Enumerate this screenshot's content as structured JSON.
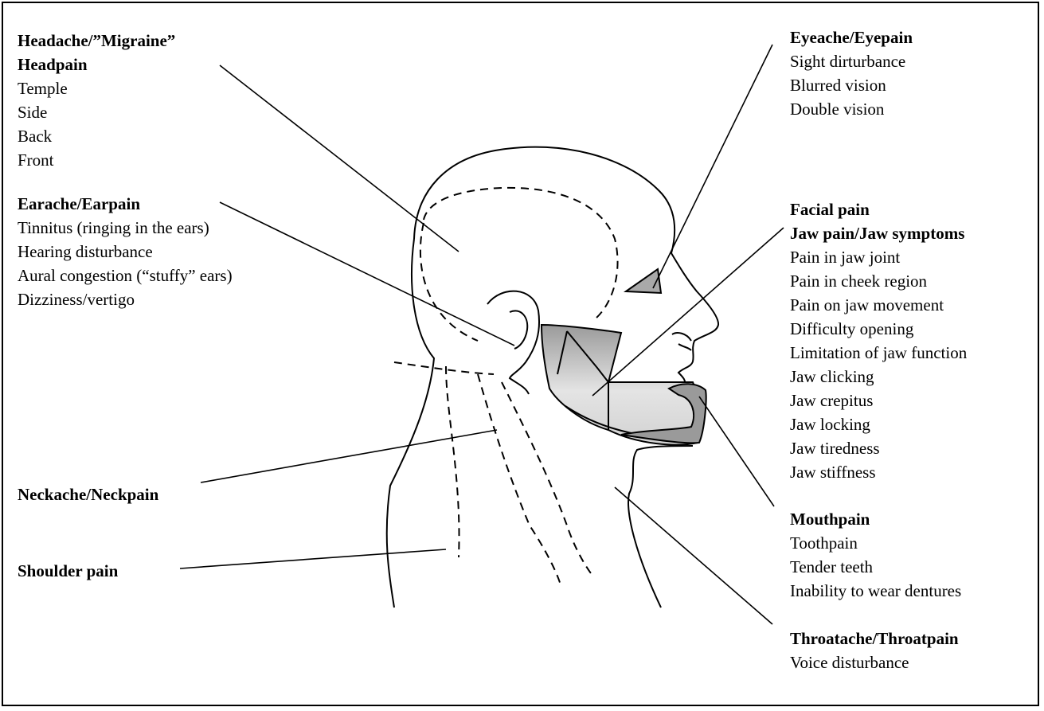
{
  "colors": {
    "ink": "#000000",
    "shade": "#a9a9a9",
    "shade_light": "#e6e6e6",
    "background": "#ffffff"
  },
  "groups": {
    "headache": {
      "headings": [
        "Headache/”Migraine”",
        "Headpain"
      ],
      "items": [
        "Temple",
        "Side",
        "Back",
        "Front"
      ]
    },
    "earache": {
      "headings": [
        "Earache/Earpain"
      ],
      "items": [
        "Tinnitus (ringing in the ears)",
        "Hearing disturbance",
        "Aural congestion (“stuffy” ears)",
        "Dizziness/vertigo"
      ]
    },
    "neckache": {
      "headings": [
        "Neckache/Neckpain"
      ],
      "items": []
    },
    "shoulder": {
      "headings": [
        "Shoulder pain"
      ],
      "items": []
    },
    "eyeache": {
      "headings": [
        "Eyeache/Eyepain"
      ],
      "items": [
        "Sight dirturbance",
        "Blurred vision",
        "Double vision"
      ]
    },
    "facial": {
      "headings": [
        "Facial pain",
        "Jaw pain/Jaw symptoms"
      ],
      "items": [
        "Pain in jaw joint",
        "Pain in cheek region",
        "Pain on jaw movement",
        "Difficulty opening",
        "Limitation of jaw function",
        "Jaw clicking",
        "Jaw crepitus",
        "Jaw locking",
        "Jaw tiredness",
        "Jaw stiffness"
      ]
    },
    "mouth": {
      "headings": [
        "Mouthpain"
      ],
      "items": [
        "Toothpain",
        "Tender teeth",
        "Inability to wear dentures"
      ]
    },
    "throat": {
      "headings": [
        "Throatache/Throatpain"
      ],
      "items": [
        "Voice disturbance"
      ]
    }
  }
}
